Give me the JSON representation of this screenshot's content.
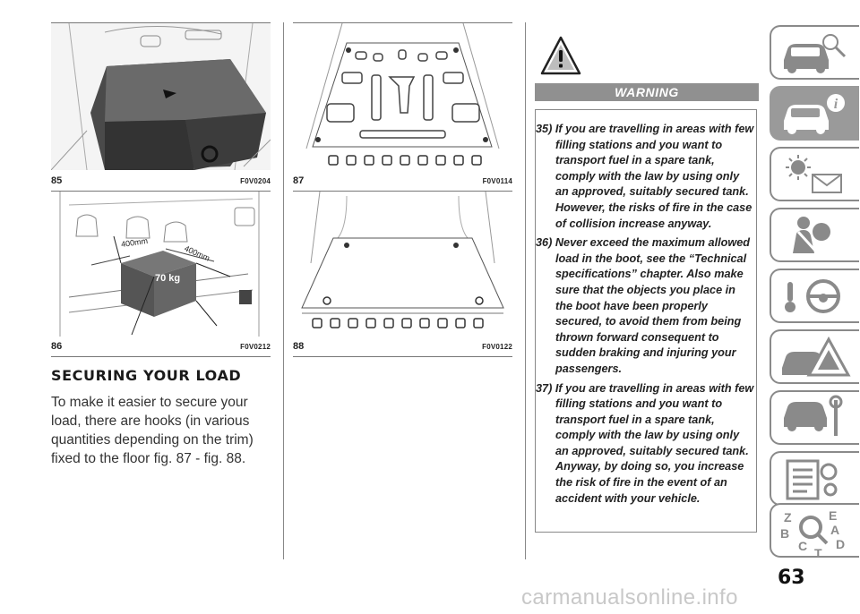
{
  "figures": [
    {
      "number": "85",
      "code": "F0V0204"
    },
    {
      "number": "86",
      "code": "F0V0212",
      "labels": {
        "dim_a": "400mm",
        "dim_b": "400mm",
        "weight": "70 kg"
      }
    },
    {
      "number": "87",
      "code": "F0V0114"
    },
    {
      "number": "88",
      "code": "F0V0122"
    }
  ],
  "section": {
    "title": "SECURING YOUR LOAD",
    "body": "To make it easier to secure your load, there are hooks (in various quantities depending on the trim) fixed to the floor fig. 87 - fig. 88."
  },
  "warning": {
    "icon": "warning-triangle-icon",
    "title": "WARNING",
    "items": [
      "35) If you are travelling in areas with few filling stations and you want to transport fuel in a spare tank, comply with the law by using only an approved, suitably secured tank. However, the risks of fire in the case of collision increase anyway.",
      "36) Never exceed the maximum allowed load in the boot, see the “Technical specifications” chapter. Also make sure that the objects you place in the boot have been properly secured, to avoid them from being thrown forward consequent to sudden braking and injuring your passengers.",
      "37) If you are travelling in areas with few filling stations and you want to transport fuel in a spare tank, comply with the law by using only an approved, suitably secured tank. Anyway, by doing so, you increase the risk of fire in the event of an accident with your vehicle."
    ]
  },
  "sidebar_tabs": [
    {
      "icon": "car-dashboard-icon",
      "active": false
    },
    {
      "icon": "car-info-icon",
      "active": true
    },
    {
      "icon": "warning-lights-icon",
      "active": false
    },
    {
      "icon": "safety-airbag-icon",
      "active": false
    },
    {
      "icon": "starting-driving-icon",
      "active": false
    },
    {
      "icon": "emergency-icon",
      "active": false
    },
    {
      "icon": "maintenance-icon",
      "active": false
    },
    {
      "icon": "technical-data-icon",
      "active": false
    },
    {
      "icon": "index-icon",
      "active": false,
      "letters": [
        "Z",
        "E",
        "A",
        "B",
        "C",
        "D",
        "T"
      ]
    }
  ],
  "page_number": "63",
  "watermark": "carmanualsonline.info",
  "colors": {
    "tab_active": "#9a9a9a",
    "warning_bar": "#909090",
    "figure_dark": "#3a3a3a"
  }
}
